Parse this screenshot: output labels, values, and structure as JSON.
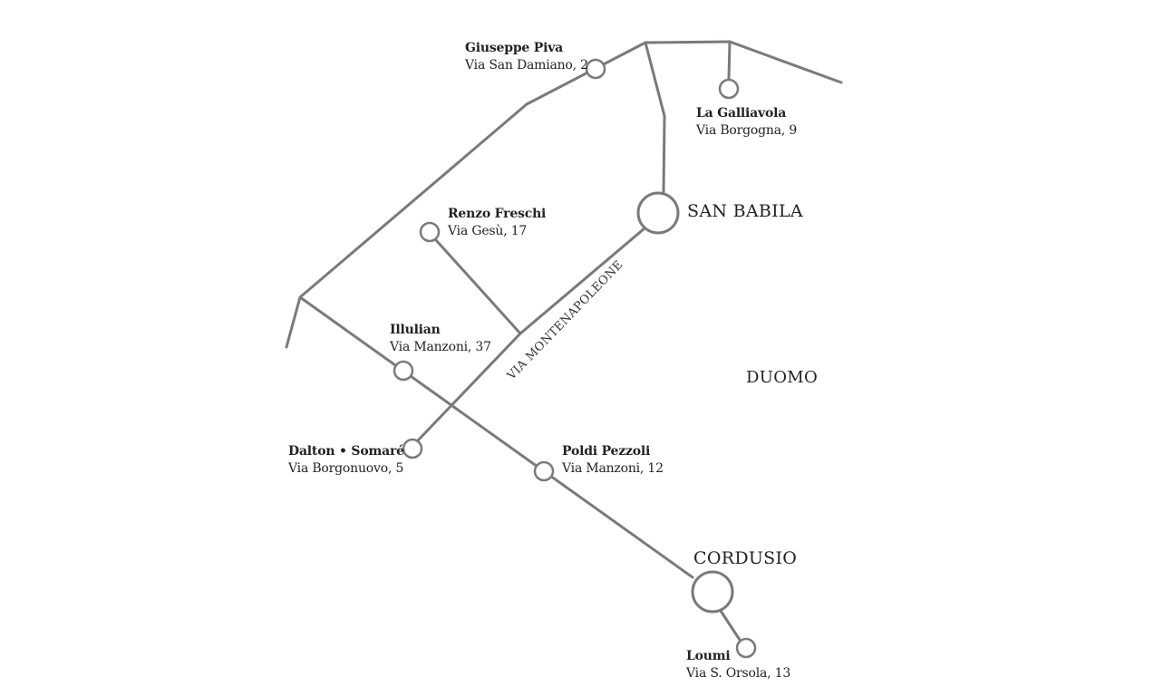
{
  "map": {
    "stations": {
      "san_babila": "SAN BABILA",
      "cordusio": "CORDUSIO"
    },
    "area_label": "DUOMO",
    "street_label": "VIA MONTENAPOLEONE",
    "galleries": {
      "giuseppe_piva": {
        "name": "Giuseppe Piva",
        "address": "Via San Damiano, 2"
      },
      "la_galliavola": {
        "name": "La Galliavola",
        "address": "Via Borgogna, 9"
      },
      "renzo_freschi": {
        "name": "Renzo Freschi",
        "address": "Via Gesù, 17"
      },
      "illulian": {
        "name": "Illulian",
        "address": "Via Manzoni, 37"
      },
      "dalton_somare": {
        "name": "Dalton • Somaré",
        "address": "Via Borgonuovo, 5"
      },
      "poldi_pezzoli": {
        "name": "Poldi Pezzoli",
        "address": "Via Manzoni, 12"
      },
      "loumi": {
        "name": "Loumi",
        "address": "Via S. Orsola, 13"
      }
    }
  }
}
